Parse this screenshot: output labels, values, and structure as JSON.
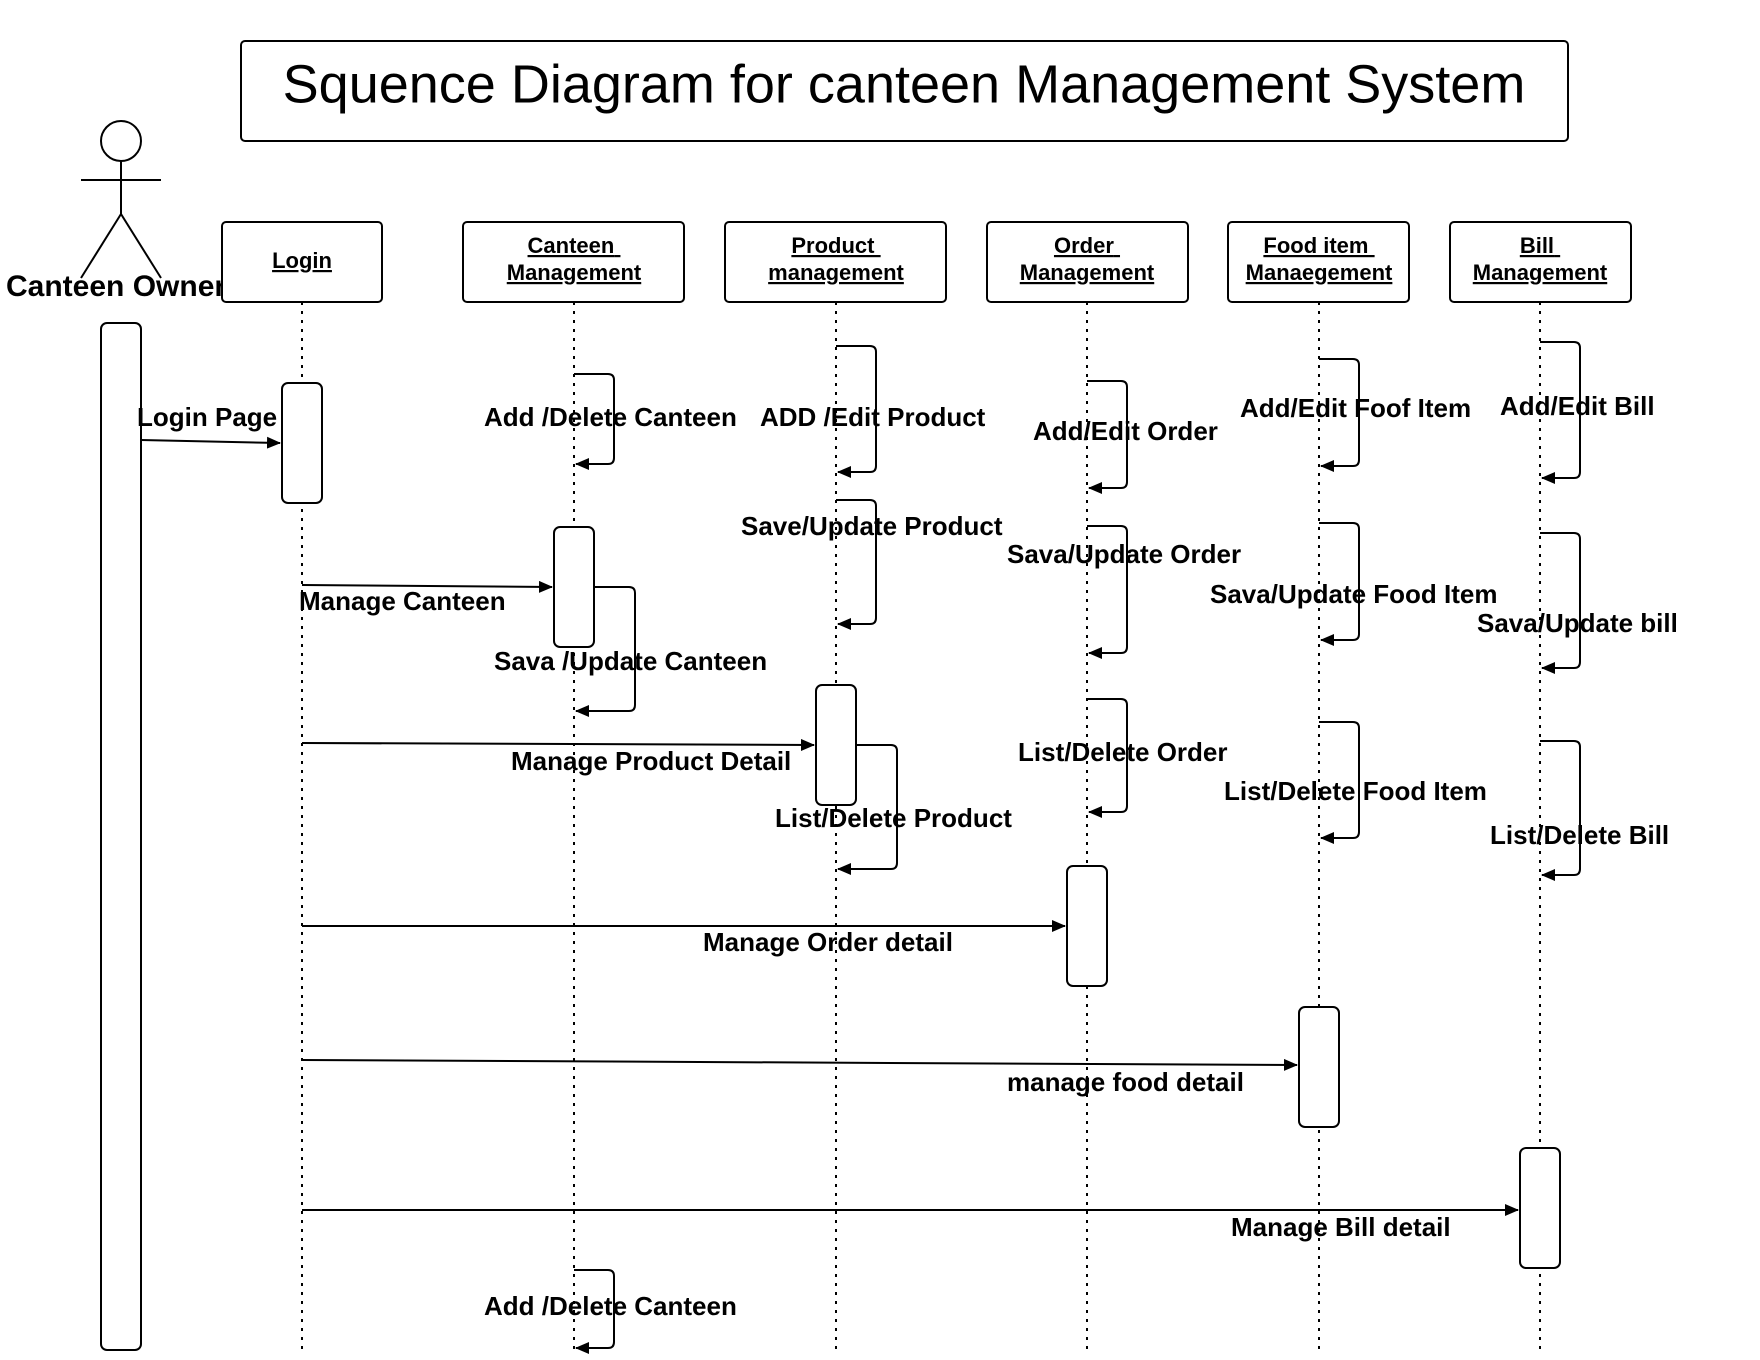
{
  "title": "Squence  Diagram for canteen Management System",
  "actor": {
    "name": "Canteen Owner"
  },
  "lifelines": [
    {
      "id": "login",
      "lines": [
        "Login"
      ]
    },
    {
      "id": "canteen",
      "lines": [
        "Canteen",
        "Management"
      ]
    },
    {
      "id": "product",
      "lines": [
        "Product",
        "management"
      ]
    },
    {
      "id": "order",
      "lines": [
        "Order",
        "Management"
      ]
    },
    {
      "id": "food",
      "lines": [
        "Food item",
        "Manaegement"
      ]
    },
    {
      "id": "bill",
      "lines": [
        "Bill",
        "Management"
      ]
    }
  ],
  "messages": [
    {
      "id": "login-page",
      "from": "actor",
      "to": "login",
      "label": "Login Page"
    },
    {
      "id": "manage-canteen",
      "from": "login",
      "to": "canteen",
      "label": "Manage Canteen"
    },
    {
      "id": "manage-product-detail",
      "from": "login",
      "to": "product",
      "label": "Manage Product Detail"
    },
    {
      "id": "manage-order-detail",
      "from": "login",
      "to": "order",
      "label": "Manage Order detail"
    },
    {
      "id": "manage-food-detail",
      "from": "login",
      "to": "food",
      "label": "manage food detail"
    },
    {
      "id": "manage-bill-detail",
      "from": "login",
      "to": "bill",
      "label": "Manage Bill detail"
    }
  ],
  "self_messages": [
    {
      "id": "add-delete-canteen-1",
      "on": "canteen",
      "label": "Add /Delete Canteen"
    },
    {
      "id": "sava-update-canteen",
      "on": "canteen",
      "label": "Sava /Update Canteen"
    },
    {
      "id": "add-delete-canteen-2",
      "on": "canteen",
      "label": "Add /Delete Canteen"
    },
    {
      "id": "add-edit-product",
      "on": "product",
      "label": "ADD /Edit Product"
    },
    {
      "id": "save-update-product",
      "on": "product",
      "label": "Save/Update Product"
    },
    {
      "id": "list-delete-product",
      "on": "product",
      "label": "List/Delete Product"
    },
    {
      "id": "add-edit-order",
      "on": "order",
      "label": "Add/Edit Order"
    },
    {
      "id": "sava-update-order",
      "on": "order",
      "label": "Sava/Update Order"
    },
    {
      "id": "list-delete-order",
      "on": "order",
      "label": "List/Delete Order"
    },
    {
      "id": "add-edit-food-item",
      "on": "food",
      "label": "Add/Edit Foof Item"
    },
    {
      "id": "sava-update-food-item",
      "on": "food",
      "label": "Sava/Update Food Item"
    },
    {
      "id": "list-delete-food-item",
      "on": "food",
      "label": "List/Delete Food Item"
    },
    {
      "id": "add-edit-bill",
      "on": "bill",
      "label": "Add/Edit Bill"
    },
    {
      "id": "sava-update-bill",
      "on": "bill",
      "label": "Sava/Update bill"
    },
    {
      "id": "list-delete-bill",
      "on": "bill",
      "label": "List/Delete Bill"
    }
  ]
}
